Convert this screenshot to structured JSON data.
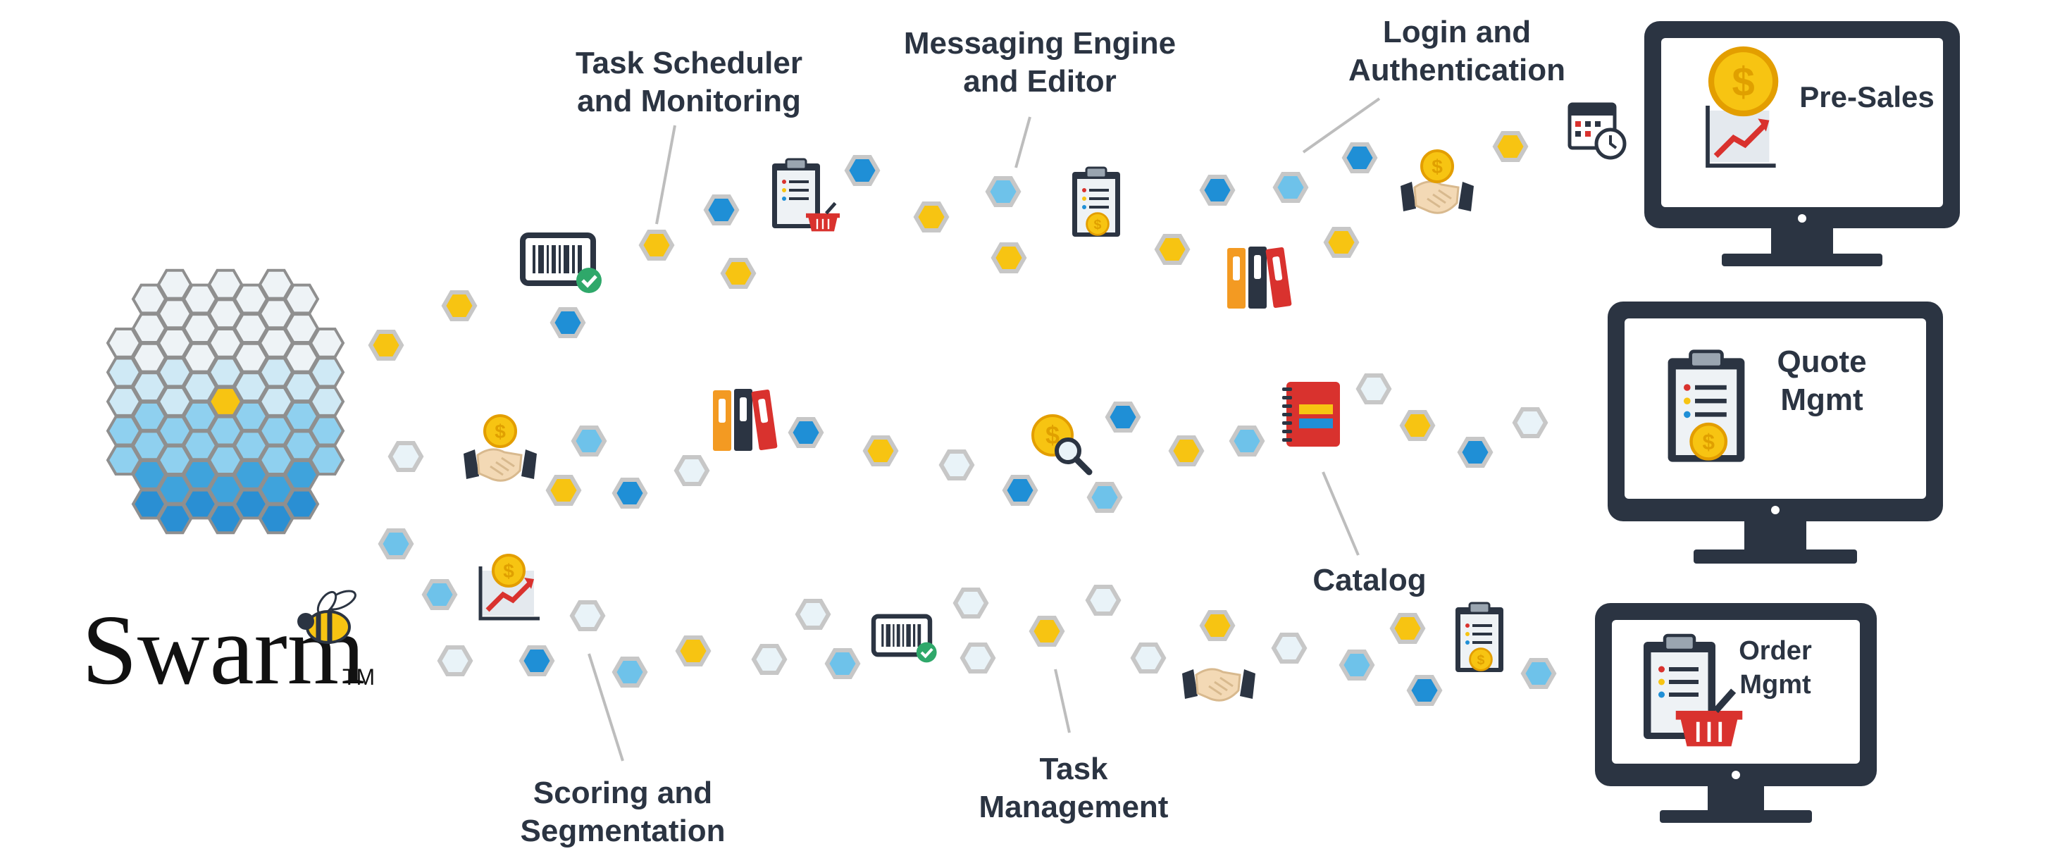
{
  "logo": {
    "name": "Swarm",
    "trademark": "TM"
  },
  "features": [
    {
      "id": "task-scheduler",
      "line1": "Task Scheduler",
      "line2": "and Monitoring"
    },
    {
      "id": "messaging-engine",
      "line1": "Messaging Engine",
      "line2": "and Editor"
    },
    {
      "id": "login-auth",
      "line1": "Login and",
      "line2": "Authentication"
    },
    {
      "id": "catalog",
      "line1": "Catalog",
      "line2": ""
    },
    {
      "id": "task-management",
      "line1": "Task",
      "line2": "Management"
    },
    {
      "id": "scoring-segmentation",
      "line1": "Scoring and",
      "line2": "Segmentation"
    }
  ],
  "monitors": [
    {
      "id": "pre-sales",
      "line1": "Pre-Sales",
      "line2": ""
    },
    {
      "id": "quote-mgmt",
      "line1": "Quote",
      "line2": "Mgmt"
    },
    {
      "id": "order-mgmt",
      "line1": "Order",
      "line2": "Mgmt"
    }
  ],
  "icons": [
    "barcode-check-icon",
    "clipboard-basket-icon",
    "clipboard-dollar-icon",
    "binders-icon",
    "handshake-dollar-icon",
    "calendar-clock-icon",
    "magnifier-dollar-icon",
    "notebook-icon",
    "growth-chart-dollar-icon",
    "handshake-icon",
    "clipboard-icon"
  ],
  "colors": {
    "yellow": "#f7c412",
    "blue": "#1f8fd6",
    "light_blue": "#6ec2ea",
    "pale": "#e9f3f8",
    "hex_border": "#c7c7c7",
    "dark": "#2b3442",
    "red": "#d9322e"
  }
}
